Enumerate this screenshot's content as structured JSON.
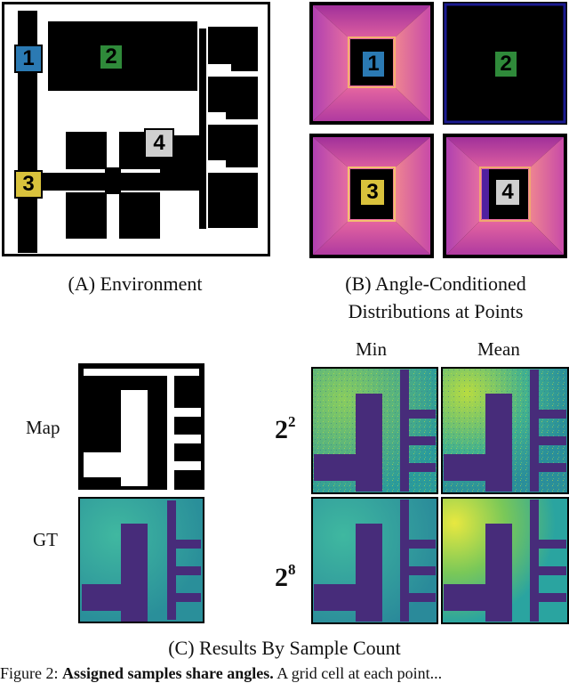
{
  "captions": {
    "a": "(A) Environment",
    "b_line1": "(B) Angle-Conditioned",
    "b_line2": "Distributions at Points",
    "c": "(C) Results By Sample Count"
  },
  "points": [
    {
      "label": "1",
      "color": "#2b7ab3"
    },
    {
      "label": "2",
      "color": "#2f8a3a"
    },
    {
      "label": "3",
      "color": "#d9c23c"
    },
    {
      "label": "4",
      "color": "#cfcfcf"
    }
  ],
  "row_labels": {
    "map": "Map",
    "gt": "GT"
  },
  "col_labels": {
    "min": "Min",
    "mean": "Mean"
  },
  "sample_counts": [
    {
      "base": "2",
      "exp": "2"
    },
    {
      "base": "2",
      "exp": "8"
    }
  ],
  "footer": {
    "prefix": "Figure 2: ",
    "bold": "Assigned samples share angles.",
    "rest": " A grid cell at each point..."
  },
  "colors": {
    "wall": "#000000",
    "magma_outer": "#b03aa0",
    "magma_inner": "#f0a070",
    "viridis_dark": "#472c7a",
    "viridis_mid": "#2aa4a0",
    "viridis_bright": "#b8de3a"
  }
}
